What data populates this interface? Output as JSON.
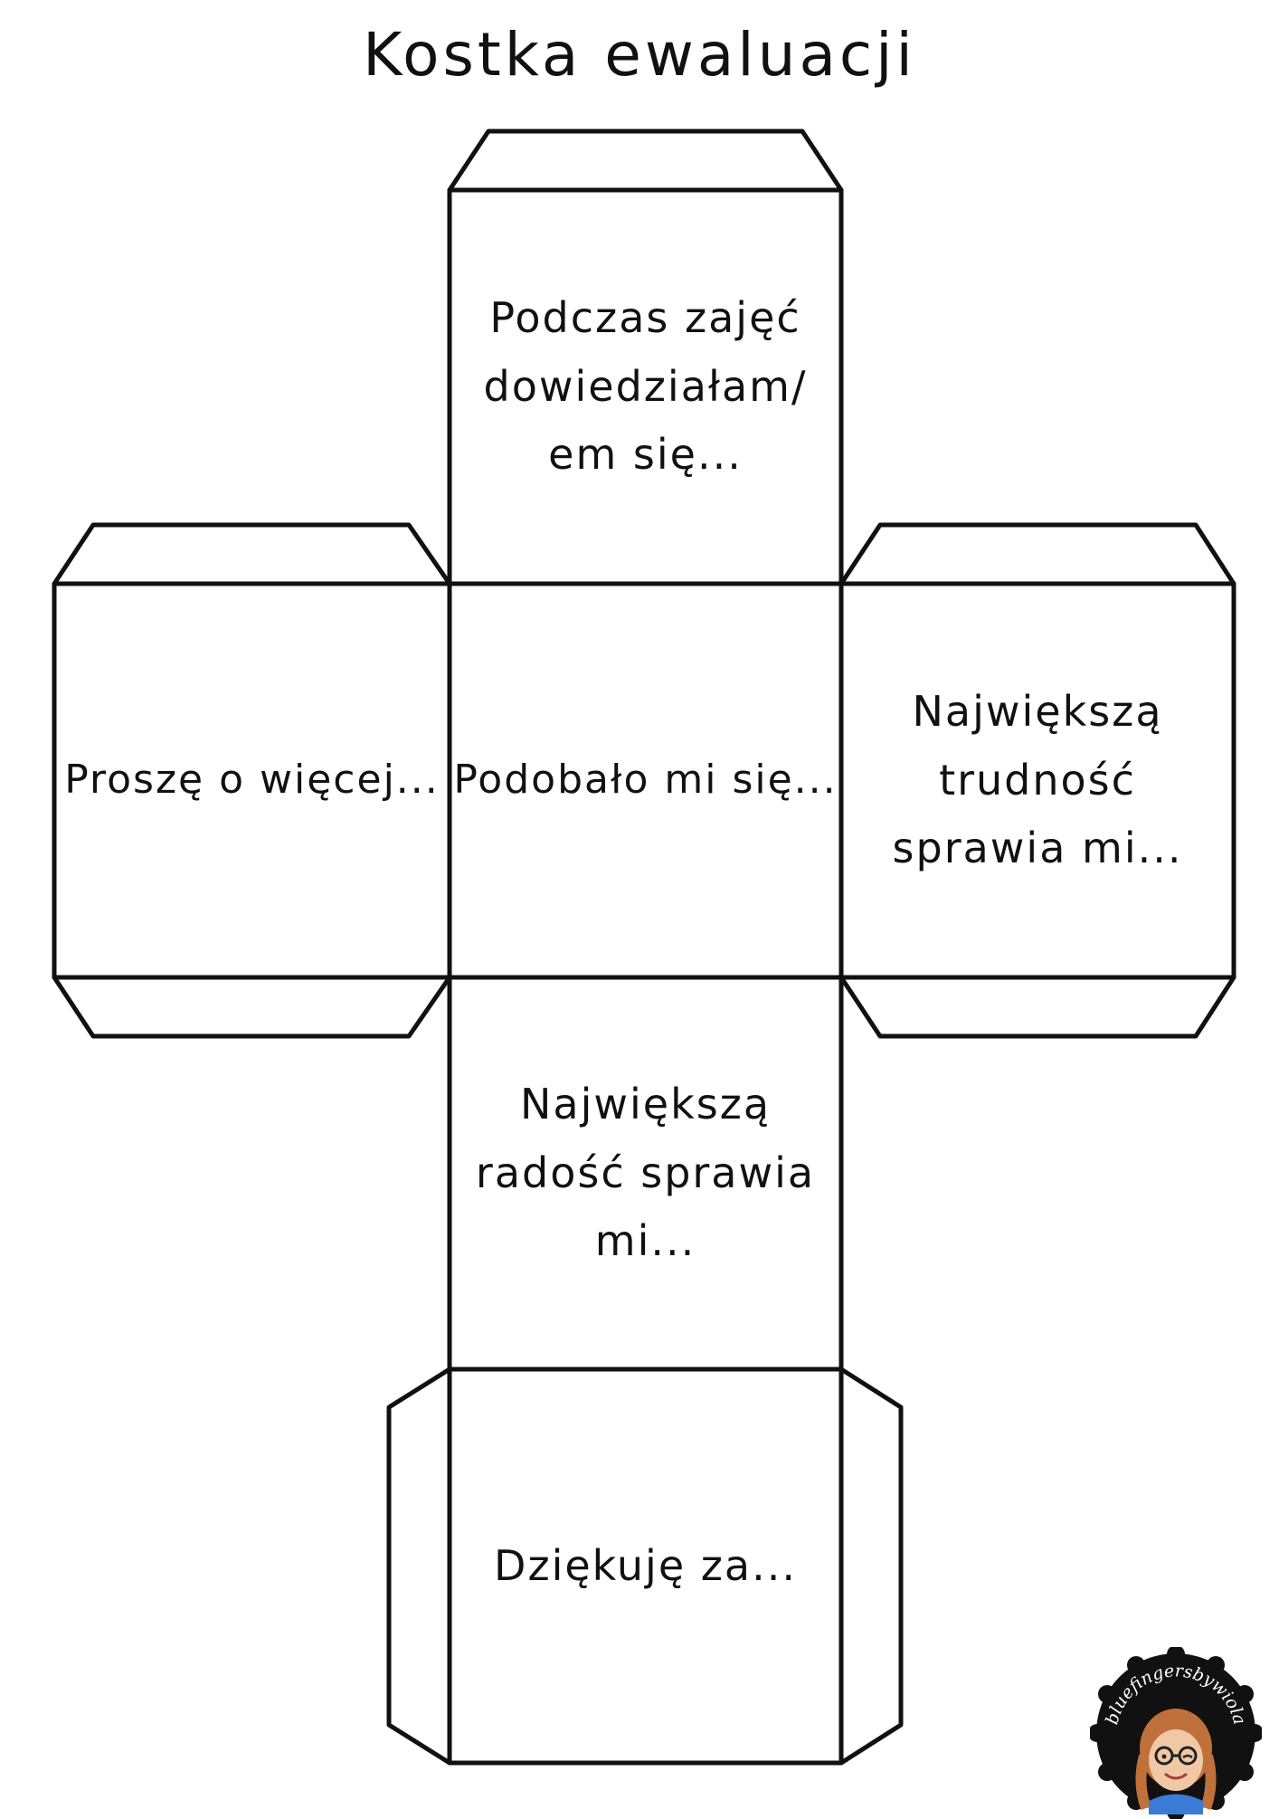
{
  "title": "Kostka ewaluacji",
  "faces": {
    "top": "Podczas zajęć dowiedziałam/ em się...",
    "left": "Proszę o więcej...",
    "center": "Podobało mi się...",
    "right": "Największą trudność sprawia mi...",
    "lower": "Największą radość sprawia mi...",
    "bottom": "Dziękuję za..."
  },
  "logo": {
    "text": "bluefingersbywiola"
  },
  "colors": {
    "line": "#111111",
    "background": "#ffffff",
    "logo_bg": "#111111"
  }
}
